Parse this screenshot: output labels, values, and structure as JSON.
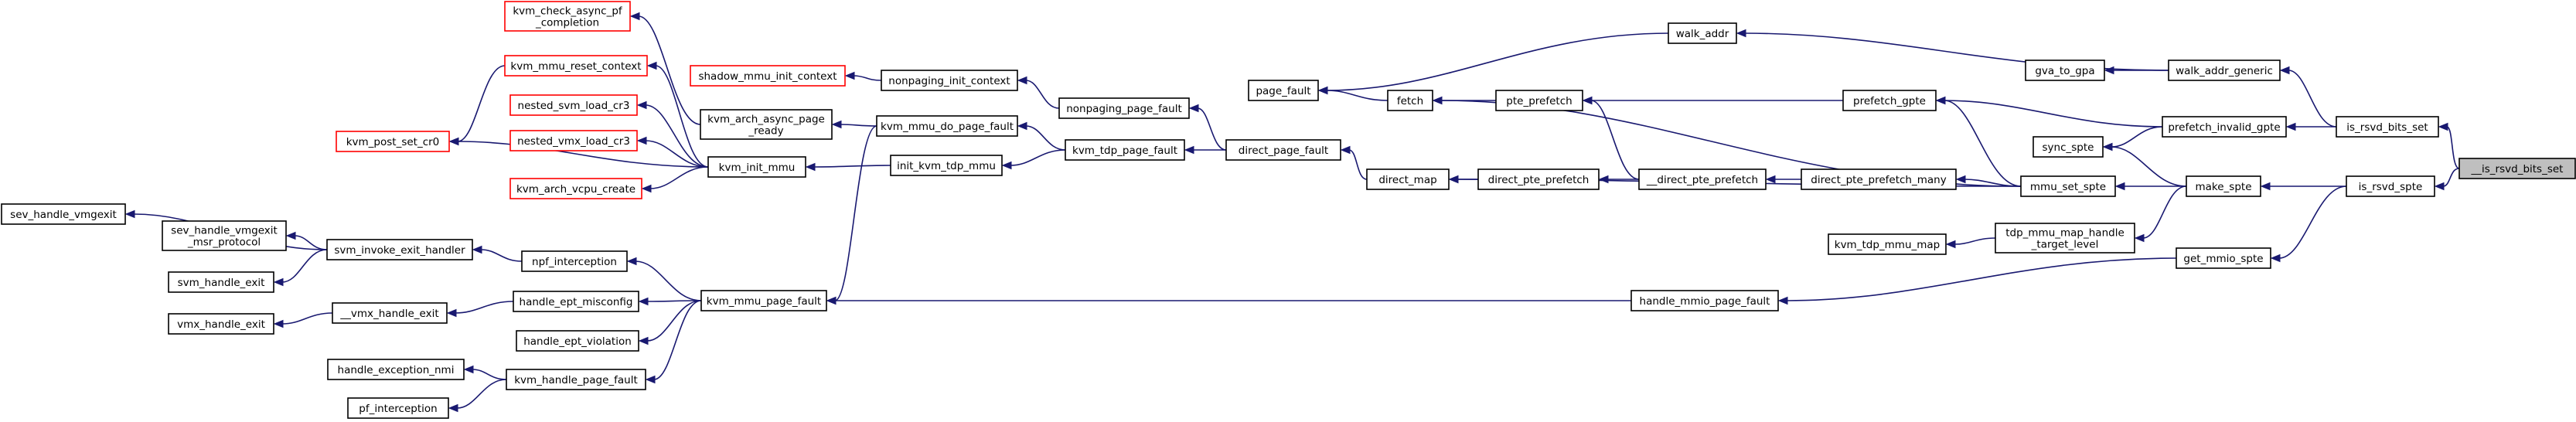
{
  "graph": {
    "edge_color": "#191970",
    "highlight_fill": "#bfbfbf",
    "red_border": "#ff0000",
    "nodes": [
      {
        "id": "rsvd_bits_set_root",
        "lines": [
          "__is_rsvd_bits_set"
        ],
        "style": "highlight"
      },
      {
        "id": "is_rsvd_bits_set",
        "lines": [
          "is_rsvd_bits_set"
        ]
      },
      {
        "id": "is_rsvd_spte",
        "lines": [
          "is_rsvd_spte"
        ]
      },
      {
        "id": "walk_addr_generic",
        "lines": [
          "walk_addr_generic"
        ]
      },
      {
        "id": "prefetch_invalid_gpte",
        "lines": [
          "prefetch_invalid_gpte"
        ]
      },
      {
        "id": "make_spte",
        "lines": [
          "make_spte"
        ]
      },
      {
        "id": "get_mmio_spte",
        "lines": [
          "get_mmio_spte"
        ]
      },
      {
        "id": "walk_addr",
        "lines": [
          "walk_addr"
        ]
      },
      {
        "id": "gva_to_gpa",
        "lines": [
          "gva_to_gpa"
        ]
      },
      {
        "id": "prefetch_gpte",
        "lines": [
          "prefetch_gpte"
        ]
      },
      {
        "id": "sync_spte",
        "lines": [
          "sync_spte"
        ]
      },
      {
        "id": "mmu_set_spte",
        "lines": [
          "mmu_set_spte"
        ]
      },
      {
        "id": "tdp_mmu_map_handle",
        "lines": [
          "tdp_mmu_map_handle",
          "_target_level"
        ]
      },
      {
        "id": "kvm_tdp_mmu_map",
        "lines": [
          "kvm_tdp_mmu_map"
        ]
      },
      {
        "id": "handle_mmio_page_fault",
        "lines": [
          "handle_mmio_page_fault"
        ]
      },
      {
        "id": "page_fault",
        "lines": [
          "page_fault"
        ]
      },
      {
        "id": "fetch",
        "lines": [
          "fetch"
        ]
      },
      {
        "id": "pte_prefetch",
        "lines": [
          "pte_prefetch"
        ]
      },
      {
        "id": "direct_map",
        "lines": [
          "direct_map"
        ]
      },
      {
        "id": "direct_pte_prefetch",
        "lines": [
          "direct_pte_prefetch"
        ]
      },
      {
        "id": "__direct_pte_prefetch",
        "lines": [
          "__direct_pte_prefetch"
        ]
      },
      {
        "id": "direct_pte_prefetch_many",
        "lines": [
          "direct_pte_prefetch_many"
        ]
      },
      {
        "id": "direct_page_fault",
        "lines": [
          "direct_page_fault"
        ]
      },
      {
        "id": "nonpaging_page_fault",
        "lines": [
          "nonpaging_page_fault"
        ]
      },
      {
        "id": "kvm_tdp_page_fault",
        "lines": [
          "kvm_tdp_page_fault"
        ]
      },
      {
        "id": "nonpaging_init_context",
        "lines": [
          "nonpaging_init_context"
        ]
      },
      {
        "id": "shadow_mmu_init_context",
        "lines": [
          "shadow_mmu_init_context"
        ],
        "style": "red"
      },
      {
        "id": "kvm_mmu_do_page_fault",
        "lines": [
          "kvm_mmu_do_page_fault"
        ]
      },
      {
        "id": "init_kvm_tdp_mmu",
        "lines": [
          "init_kvm_tdp_mmu"
        ]
      },
      {
        "id": "kvm_arch_async_page_ready",
        "lines": [
          "kvm_arch_async_page",
          "_ready"
        ]
      },
      {
        "id": "kvm_init_mmu",
        "lines": [
          "kvm_init_mmu"
        ]
      },
      {
        "id": "kvm_mmu_page_fault",
        "lines": [
          "kvm_mmu_page_fault"
        ]
      },
      {
        "id": "kvm_check_async_pf_completion",
        "lines": [
          "kvm_check_async_pf",
          "_completion"
        ],
        "style": "red"
      },
      {
        "id": "kvm_mmu_reset_context",
        "lines": [
          "kvm_mmu_reset_context"
        ],
        "style": "red"
      },
      {
        "id": "nested_svm_load_cr3",
        "lines": [
          "nested_svm_load_cr3"
        ],
        "style": "red"
      },
      {
        "id": "nested_vmx_load_cr3",
        "lines": [
          "nested_vmx_load_cr3"
        ],
        "style": "red"
      },
      {
        "id": "kvm_arch_vcpu_create",
        "lines": [
          "kvm_arch_vcpu_create"
        ],
        "style": "red"
      },
      {
        "id": "kvm_post_set_cr0",
        "lines": [
          "kvm_post_set_cr0"
        ],
        "style": "red"
      },
      {
        "id": "npf_interception",
        "lines": [
          "npf_interception"
        ]
      },
      {
        "id": "handle_ept_misconfig",
        "lines": [
          "handle_ept_misconfig"
        ]
      },
      {
        "id": "handle_ept_violation",
        "lines": [
          "handle_ept_violation"
        ]
      },
      {
        "id": "kvm_handle_page_fault",
        "lines": [
          "kvm_handle_page_fault"
        ]
      },
      {
        "id": "svm_invoke_exit_handler",
        "lines": [
          "svm_invoke_exit_handler"
        ]
      },
      {
        "id": "__vmx_handle_exit",
        "lines": [
          "__vmx_handle_exit"
        ]
      },
      {
        "id": "handle_exception_nmi",
        "lines": [
          "handle_exception_nmi"
        ]
      },
      {
        "id": "pf_interception",
        "lines": [
          "pf_interception"
        ]
      },
      {
        "id": "sev_handle_vmgexit",
        "lines": [
          "sev_handle_vmgexit"
        ]
      },
      {
        "id": "sev_handle_vmgexit_msr_protocol",
        "lines": [
          "sev_handle_vmgexit",
          "_msr_protocol"
        ]
      },
      {
        "id": "svm_handle_exit",
        "lines": [
          "svm_handle_exit"
        ]
      },
      {
        "id": "vmx_handle_exit",
        "lines": [
          "vmx_handle_exit"
        ]
      }
    ],
    "edges": [
      [
        "is_rsvd_bits_set",
        "rsvd_bits_set_root"
      ],
      [
        "is_rsvd_spte",
        "rsvd_bits_set_root"
      ],
      [
        "walk_addr_generic",
        "is_rsvd_bits_set"
      ],
      [
        "prefetch_invalid_gpte",
        "is_rsvd_bits_set"
      ],
      [
        "make_spte",
        "is_rsvd_spte"
      ],
      [
        "get_mmio_spte",
        "is_rsvd_spte"
      ],
      [
        "walk_addr",
        "walk_addr_generic"
      ],
      [
        "gva_to_gpa",
        "walk_addr_generic"
      ],
      [
        "prefetch_gpte",
        "prefetch_invalid_gpte"
      ],
      [
        "sync_spte",
        "prefetch_invalid_gpte"
      ],
      [
        "sync_spte",
        "make_spte"
      ],
      [
        "mmu_set_spte",
        "make_spte"
      ],
      [
        "tdp_mmu_map_handle",
        "make_spte"
      ],
      [
        "handle_mmio_page_fault",
        "get_mmio_spte"
      ],
      [
        "page_fault",
        "walk_addr"
      ],
      [
        "pte_prefetch",
        "prefetch_gpte"
      ],
      [
        "prefetch_gpte",
        "mmu_set_spte"
      ],
      [
        "fetch",
        "mmu_set_spte"
      ],
      [
        "direct_map",
        "mmu_set_spte"
      ],
      [
        "direct_pte_prefetch_many",
        "mmu_set_spte"
      ],
      [
        "kvm_tdp_mmu_map",
        "tdp_mmu_map_handle"
      ],
      [
        "kvm_mmu_page_fault",
        "handle_mmio_page_fault"
      ],
      [
        "fetch",
        "pte_prefetch"
      ],
      [
        "page_fault",
        "fetch"
      ],
      [
        "__direct_pte_prefetch",
        "direct_pte_prefetch_many"
      ],
      [
        "pte_prefetch",
        "__direct_pte_prefetch"
      ],
      [
        "direct_pte_prefetch",
        "__direct_pte_prefetch"
      ],
      [
        "direct_map",
        "direct_pte_prefetch"
      ],
      [
        "direct_page_fault",
        "direct_map"
      ],
      [
        "nonpaging_page_fault",
        "direct_page_fault"
      ],
      [
        "kvm_tdp_page_fault",
        "direct_page_fault"
      ],
      [
        "nonpaging_init_context",
        "nonpaging_page_fault"
      ],
      [
        "kvm_mmu_do_page_fault",
        "kvm_tdp_page_fault"
      ],
      [
        "init_kvm_tdp_mmu",
        "kvm_tdp_page_fault"
      ],
      [
        "shadow_mmu_init_context",
        "nonpaging_init_context"
      ],
      [
        "kvm_arch_async_page_ready",
        "kvm_mmu_do_page_fault"
      ],
      [
        "kvm_mmu_page_fault",
        "kvm_mmu_do_page_fault"
      ],
      [
        "kvm_init_mmu",
        "init_kvm_tdp_mmu"
      ],
      [
        "kvm_check_async_pf_completion",
        "kvm_arch_async_page_ready"
      ],
      [
        "kvm_mmu_reset_context",
        "kvm_init_mmu"
      ],
      [
        "nested_svm_load_cr3",
        "kvm_init_mmu"
      ],
      [
        "nested_vmx_load_cr3",
        "kvm_init_mmu"
      ],
      [
        "kvm_arch_vcpu_create",
        "kvm_init_mmu"
      ],
      [
        "kvm_post_set_cr0",
        "kvm_init_mmu"
      ],
      [
        "kvm_post_set_cr0",
        "kvm_mmu_reset_context"
      ],
      [
        "npf_interception",
        "kvm_mmu_page_fault"
      ],
      [
        "handle_ept_misconfig",
        "kvm_mmu_page_fault"
      ],
      [
        "handle_ept_violation",
        "kvm_mmu_page_fault"
      ],
      [
        "kvm_handle_page_fault",
        "kvm_mmu_page_fault"
      ],
      [
        "svm_invoke_exit_handler",
        "npf_interception"
      ],
      [
        "__vmx_handle_exit",
        "handle_ept_misconfig"
      ],
      [
        "handle_exception_nmi",
        "kvm_handle_page_fault"
      ],
      [
        "pf_interception",
        "kvm_handle_page_fault"
      ],
      [
        "sev_handle_vmgexit",
        "svm_invoke_exit_handler"
      ],
      [
        "sev_handle_vmgexit_msr_protocol",
        "svm_invoke_exit_handler"
      ],
      [
        "svm_handle_exit",
        "svm_invoke_exit_handler"
      ],
      [
        "vmx_handle_exit",
        "__vmx_handle_exit"
      ]
    ]
  }
}
